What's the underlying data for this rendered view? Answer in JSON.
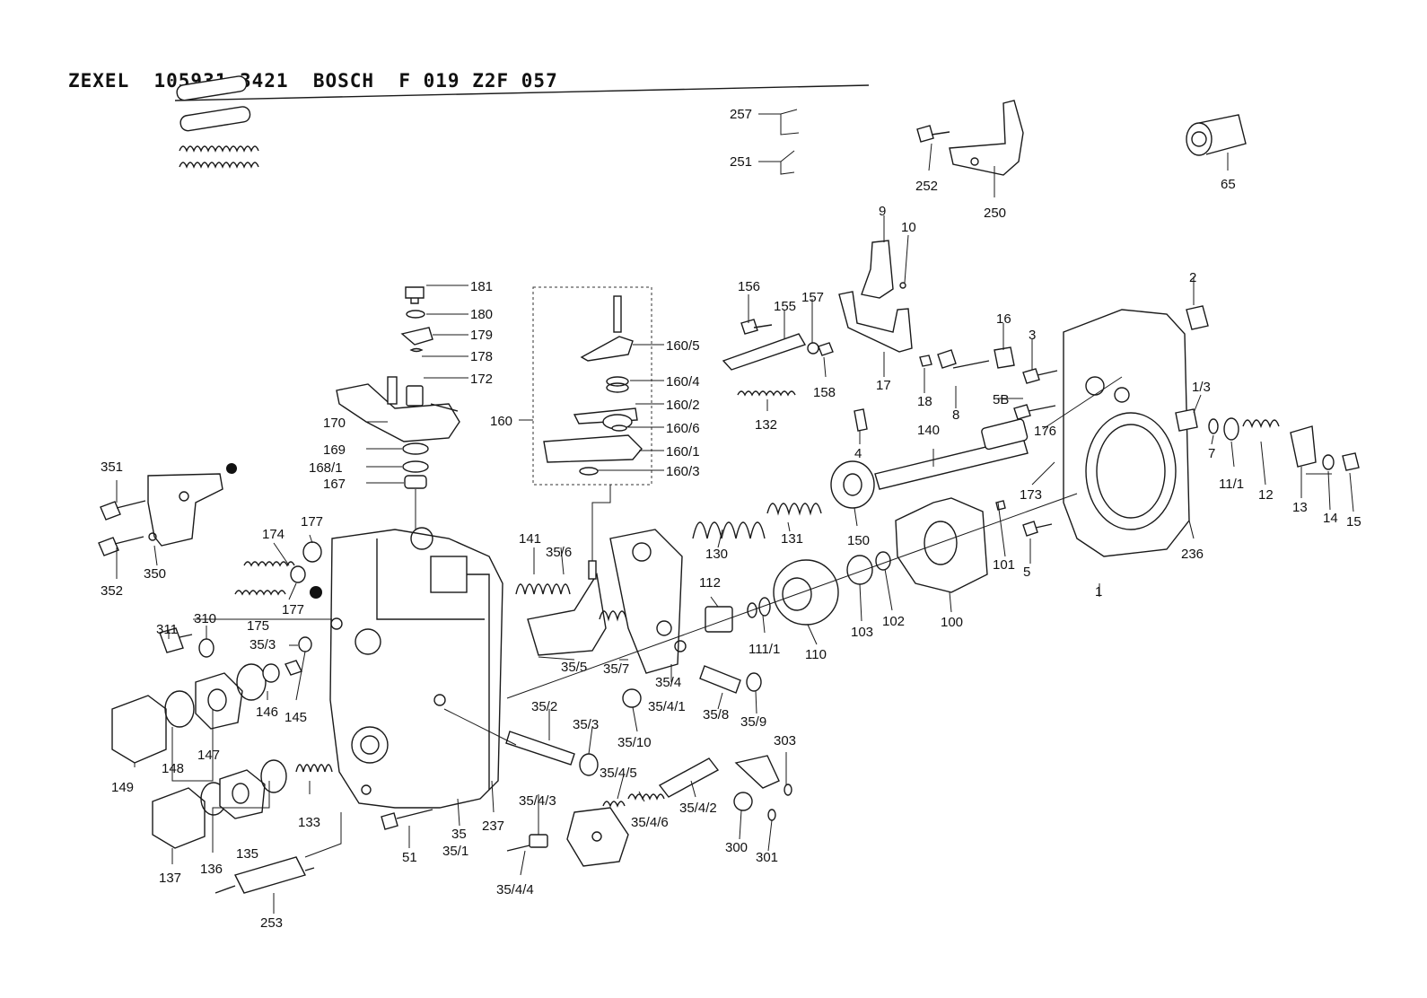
{
  "title": "ZEXEL  105931-3421  BOSCH  F 019 Z2F 057",
  "callouts": [
    {
      "id": "257",
      "text": "257"
    },
    {
      "id": "251",
      "text": "251"
    },
    {
      "id": "252",
      "text": "252"
    },
    {
      "id": "250",
      "text": "250"
    },
    {
      "id": "65",
      "text": "65"
    },
    {
      "id": "9",
      "text": "9"
    },
    {
      "id": "10",
      "text": "10"
    },
    {
      "id": "181",
      "text": "181"
    },
    {
      "id": "180",
      "text": "180"
    },
    {
      "id": "179",
      "text": "179"
    },
    {
      "id": "178",
      "text": "178"
    },
    {
      "id": "172",
      "text": "172"
    },
    {
      "id": "170",
      "text": "170"
    },
    {
      "id": "169",
      "text": "169"
    },
    {
      "id": "168-1",
      "text": "168/1"
    },
    {
      "id": "167",
      "text": "167"
    },
    {
      "id": "160-5",
      "text": "160/5"
    },
    {
      "id": "160-4",
      "text": "160/4"
    },
    {
      "id": "160-2",
      "text": "160/2"
    },
    {
      "id": "160-6",
      "text": "160/6"
    },
    {
      "id": "160-1",
      "text": "160/1"
    },
    {
      "id": "160-3",
      "text": "160/3"
    },
    {
      "id": "160",
      "text": "160"
    },
    {
      "id": "156",
      "text": "156"
    },
    {
      "id": "155",
      "text": "155"
    },
    {
      "id": "157",
      "text": "157"
    },
    {
      "id": "158",
      "text": "158"
    },
    {
      "id": "132",
      "text": "132"
    },
    {
      "id": "17",
      "text": "17"
    },
    {
      "id": "16",
      "text": "16"
    },
    {
      "id": "3",
      "text": "3"
    },
    {
      "id": "2",
      "text": "2"
    },
    {
      "id": "18",
      "text": "18"
    },
    {
      "id": "8",
      "text": "8"
    },
    {
      "id": "5B",
      "text": "5B"
    },
    {
      "id": "176",
      "text": "176"
    },
    {
      "id": "1-3",
      "text": "1/3"
    },
    {
      "id": "4",
      "text": "4"
    },
    {
      "id": "140",
      "text": "140"
    },
    {
      "id": "7",
      "text": "7"
    },
    {
      "id": "11-1",
      "text": "11/1"
    },
    {
      "id": "12",
      "text": "12"
    },
    {
      "id": "13",
      "text": "13"
    },
    {
      "id": "14",
      "text": "14"
    },
    {
      "id": "15",
      "text": "15"
    },
    {
      "id": "173",
      "text": "173"
    },
    {
      "id": "236",
      "text": "236"
    },
    {
      "id": "351",
      "text": "351"
    },
    {
      "id": "352",
      "text": "352"
    },
    {
      "id": "350",
      "text": "350"
    },
    {
      "id": "174",
      "text": "174"
    },
    {
      "id": "177a",
      "text": "177"
    },
    {
      "id": "177b",
      "text": "177"
    },
    {
      "id": "175",
      "text": "175"
    },
    {
      "id": "141",
      "text": "141"
    },
    {
      "id": "35-6",
      "text": "35/6"
    },
    {
      "id": "130",
      "text": "130"
    },
    {
      "id": "131",
      "text": "131"
    },
    {
      "id": "150",
      "text": "150"
    },
    {
      "id": "101",
      "text": "101"
    },
    {
      "id": "5",
      "text": "5"
    },
    {
      "id": "1",
      "text": "1"
    },
    {
      "id": "112",
      "text": "112"
    },
    {
      "id": "111-1",
      "text": "111/1"
    },
    {
      "id": "110",
      "text": "110"
    },
    {
      "id": "103",
      "text": "103"
    },
    {
      "id": "102",
      "text": "102"
    },
    {
      "id": "100",
      "text": "100"
    },
    {
      "id": "311",
      "text": "311"
    },
    {
      "id": "310",
      "text": "310"
    },
    {
      "id": "35-3a",
      "text": "35/3"
    },
    {
      "id": "146",
      "text": "146"
    },
    {
      "id": "145",
      "text": "145"
    },
    {
      "id": "149",
      "text": "149"
    },
    {
      "id": "148",
      "text": "148"
    },
    {
      "id": "147",
      "text": "147"
    },
    {
      "id": "35-5",
      "text": "35/5"
    },
    {
      "id": "35-7",
      "text": "35/7"
    },
    {
      "id": "35-4",
      "text": "35/4"
    },
    {
      "id": "35-4-1",
      "text": "35/4/1"
    },
    {
      "id": "35-8",
      "text": "35/8"
    },
    {
      "id": "35-9",
      "text": "35/9"
    },
    {
      "id": "35-2",
      "text": "35/2"
    },
    {
      "id": "35-3b",
      "text": "35/3"
    },
    {
      "id": "35-10",
      "text": "35/10"
    },
    {
      "id": "303",
      "text": "303"
    },
    {
      "id": "35-4-5",
      "text": "35/4/5"
    },
    {
      "id": "35-4-2",
      "text": "35/4/2"
    },
    {
      "id": "35-4-3",
      "text": "35/4/3"
    },
    {
      "id": "35-4-6",
      "text": "35/4/6"
    },
    {
      "id": "300",
      "text": "300"
    },
    {
      "id": "301",
      "text": "301"
    },
    {
      "id": "133",
      "text": "133"
    },
    {
      "id": "237",
      "text": "237"
    },
    {
      "id": "35",
      "text": "35"
    },
    {
      "id": "35-1",
      "text": "35/1"
    },
    {
      "id": "51",
      "text": "51"
    },
    {
      "id": "35-4-4",
      "text": "35/4/4"
    },
    {
      "id": "137",
      "text": "137"
    },
    {
      "id": "136",
      "text": "136"
    },
    {
      "id": "135",
      "text": "135"
    },
    {
      "id": "253",
      "text": "253"
    }
  ]
}
